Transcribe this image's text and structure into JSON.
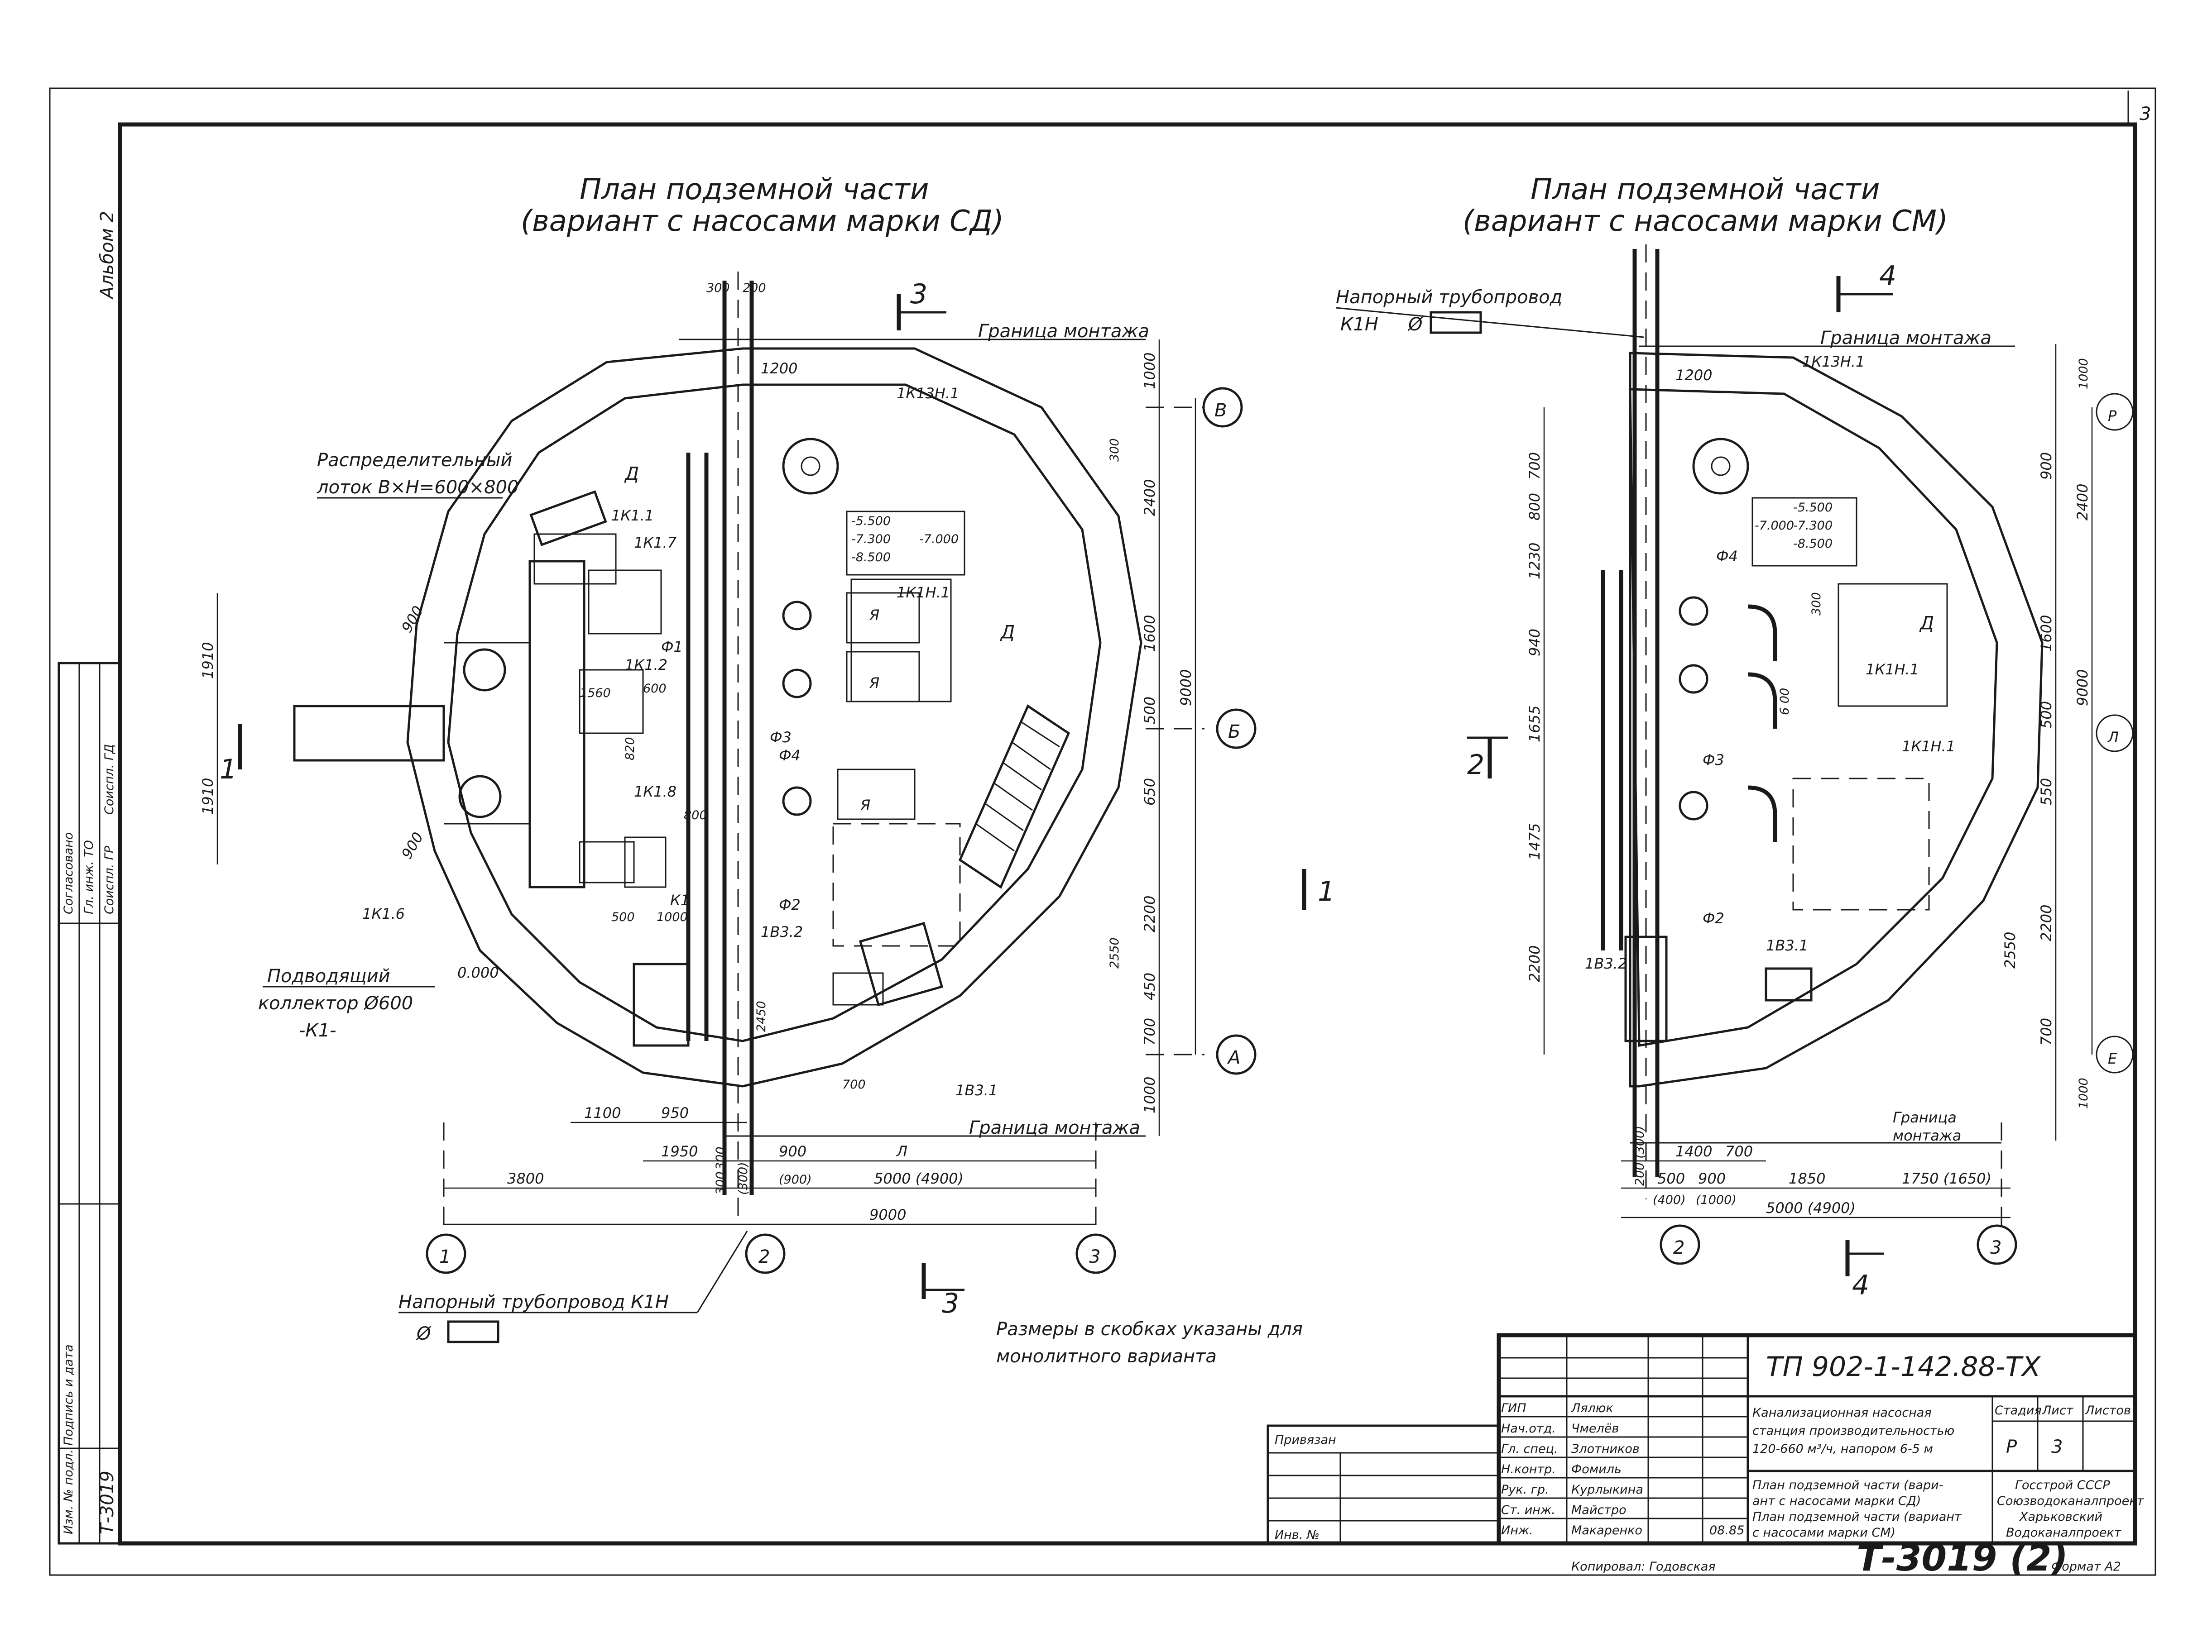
{
  "sheet": {
    "number": "3",
    "album": "Альбом 2",
    "left_stamp": [
      "Согласовано",
      "Гл. инж. ТО",
      "Соиспл. ГР",
      "Соиспл. ГД"
    ],
    "left_codes": [
      "Т-3019",
      "Изм. № подл. Подпись и дата"
    ],
    "bottom_code": "Т-3019 (2)",
    "copied_by": "Копировал: Годовская",
    "format": "Формат А2"
  },
  "plan_left": {
    "title_line1": "План подземной части",
    "title_line2": "(вариант с насосами марки СД)",
    "section_top": "3",
    "section_bottom": "3",
    "section_side": "1",
    "section_mid": "1",
    "boundary_top": "Граница монтажа",
    "boundary_bottom": "Граница монтажа",
    "tray_label_1": "Распределительный",
    "tray_label_2": "лоток В×Н=600×800",
    "collector_1": "Подводящий",
    "collector_2": "коллектор Ø600",
    "collector_3": "-К1-",
    "pressure_pipe": "Напорный трубопровод К1Н",
    "pressure_dia": "Ø",
    "level_0": "0.000",
    "levels": [
      "-5.500",
      "-7.300",
      "-7.000",
      "-8.500"
    ],
    "equipment": [
      "1К1Н.1",
      "1К1.1",
      "1К1.7",
      "1К1.2",
      "1К1.8",
      "1К1.6",
      "1К13Н.1",
      "1В3.1",
      "1В3.2"
    ],
    "marks": [
      "Д",
      "Я",
      "Я",
      "Я",
      "Ф4",
      "Ф3",
      "Ф2",
      "Ф1",
      "К1"
    ],
    "dims_top": [
      "300",
      "200",
      "1200"
    ],
    "dims_right": [
      "1000",
      "2400",
      "1600",
      "500",
      "650",
      "2200",
      "450",
      "700",
      "1000"
    ],
    "dims_right_total": "9000",
    "dims_right_inner": [
      "300",
      "2550"
    ],
    "dims_left": [
      "1910",
      "1910",
      "900",
      "900"
    ],
    "dims_bottom_row1": [
      "1100",
      "950"
    ],
    "dims_bottom_row2": [
      "1950",
      "300",
      "900",
      "Л"
    ],
    "dims_bottom_row3": [
      "3800",
      "300",
      "(300)",
      "(900)",
      "5000 (4900)"
    ],
    "dims_bottom_total": "9000",
    "dims_inner": [
      "1560",
      "820",
      "600",
      "800",
      "500",
      "1000",
      "700",
      "2450"
    ],
    "axes": [
      "1",
      "2",
      "3",
      "А",
      "Б",
      "В"
    ]
  },
  "plan_right": {
    "title_line1": "План подземной части",
    "title_line2": "(вариант с насосами марки СМ)",
    "section_top": "4",
    "section_bottom": "4",
    "section_side": "2",
    "boundary_top": "Граница монтажа",
    "boundary_bottom_1": "Граница",
    "boundary_bottom_2": "монтажа",
    "pressure_pipe": "Напорный трубопровод",
    "pressure_pipe_2": "К1Н",
    "pressure_dia": "Ø",
    "levels": [
      "-5.500",
      "-7.000",
      "-7.300",
      "-8.500"
    ],
    "equipment": [
      "1К13Н.1",
      "1К1Н.1",
      "1К1Н.1",
      "1В3.1",
      "1В3.2"
    ],
    "marks": [
      "Д",
      "Ф4",
      "Ф3",
      "Ф2"
    ],
    "dims_left": [
      "700",
      "800",
      "1230",
      "940",
      "1655",
      "1475",
      "2200"
    ],
    "dims_right": [
      "1000",
      "900",
      "2400",
      "1600",
      "500",
      "550",
      "2200",
      "2550",
      "700",
      "1000"
    ],
    "dims_right_total": "9000",
    "dims_top": [
      "1200"
    ],
    "dims_bottom_row1": [
      "200 (300)",
      "1400",
      "700"
    ],
    "dims_bottom_row2": [
      "500",
      "900",
      "1850",
      "1750 (1650)"
    ],
    "dims_bottom_row3": [
      "(400)",
      "(1000)",
      "5000 (4900)"
    ],
    "dims_inner": [
      "300",
      "6 00"
    ],
    "axes": [
      "2",
      "3",
      "Р",
      "Л",
      "Е"
    ]
  },
  "note_line1": "Размеры в скобках указаны для",
  "note_line2": "монолитного варианта",
  "title_block": {
    "doc_code": "ТП 902-1-142.88-ТХ",
    "privyazan": "Привязан",
    "inv": "Инв. №",
    "roles": [
      "ГИП",
      "Нач.отд.",
      "Гл. спец.",
      "Н.контр.",
      "Рук. гр.",
      "Ст. инж.",
      "Инж."
    ],
    "names": [
      "Лялюк",
      "Чмелёв",
      "Злотников",
      "Фомиль",
      "Курлыкина",
      "Майстро",
      "Макаренко"
    ],
    "date": "08.85",
    "object_1": "Канализационная насосная",
    "object_2": "станция производительностью",
    "object_3": "120-660 м³/ч, напором 6-5 м",
    "stage_hdr": [
      "Стадия",
      "Лист",
      "Листов"
    ],
    "stage": "Р",
    "sheet_no": "3",
    "drawing_1": "План подземной части (вари-",
    "drawing_2": "ант с насосами марки СД)",
    "drawing_3": "План подземной части (вариант",
    "drawing_4": "с насосами марки СМ)",
    "org_1": "Госстрой СССР",
    "org_2": "Союзводоканалпроект",
    "org_3": "Харьковский",
    "org_4": "Водоканалпроект"
  }
}
